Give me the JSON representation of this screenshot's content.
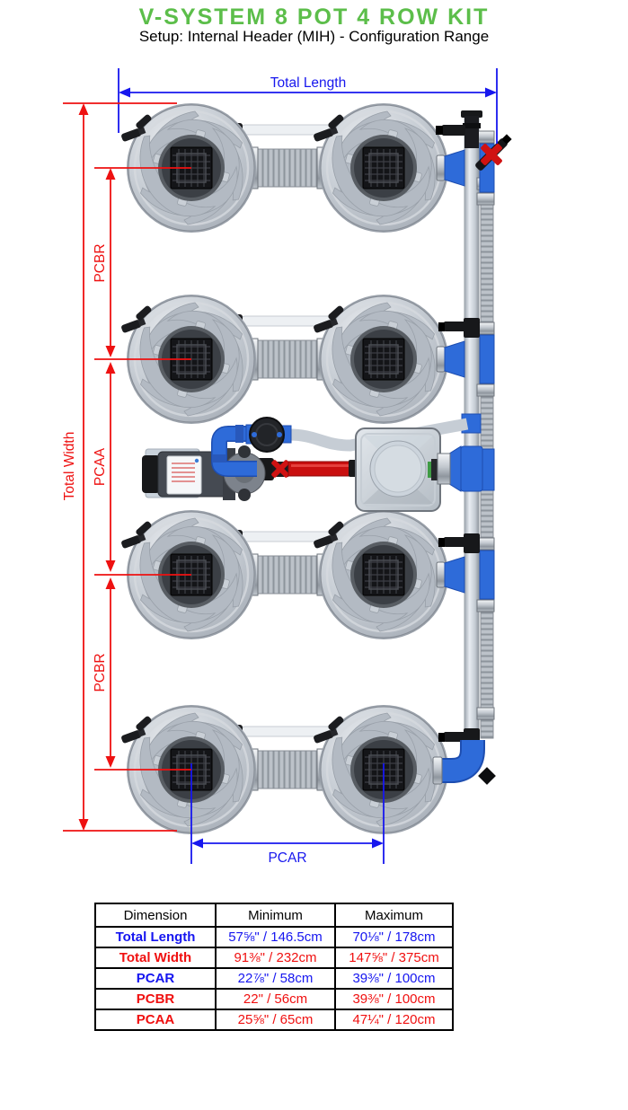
{
  "title": "V-SYSTEM 8 POT 4 ROW KIT",
  "subtitle": "Setup: Internal Header (MIH) - Configuration Range",
  "colors": {
    "title_green": "#5CBE4A",
    "dimension_blue": "#1717EE",
    "dimension_red": "#EE1111",
    "pipe_blue": "#2E6BD9"
  },
  "diagram": {
    "labels": {
      "total_length": "Total Length",
      "total_width": "Total Width",
      "pcbr_top": "PCBR",
      "pcaa": "PCAA",
      "pcbr_bottom": "PCBR",
      "pcar": "PCAR"
    }
  },
  "table": {
    "headers": [
      "Dimension",
      "Minimum",
      "Maximum"
    ],
    "rows": [
      {
        "dimension": "Total Length",
        "minimum": "57⅝\" / 146.5cm",
        "maximum": "70⅛\" / 178cm",
        "color": "blue"
      },
      {
        "dimension": "Total Width",
        "minimum": "91⅜\" / 232cm",
        "maximum": "147⅝\" / 375cm",
        "color": "red"
      },
      {
        "dimension": "PCAR",
        "minimum": "22⅞\" / 58cm",
        "maximum": "39⅜\" / 100cm",
        "color": "blue"
      },
      {
        "dimension": "PCBR",
        "minimum": "22\" / 56cm",
        "maximum": "39⅜\" / 100cm",
        "color": "red"
      },
      {
        "dimension": "PCAA",
        "minimum": "25⅝\" / 65cm",
        "maximum": "47¼\" / 120cm",
        "color": "red"
      }
    ]
  }
}
